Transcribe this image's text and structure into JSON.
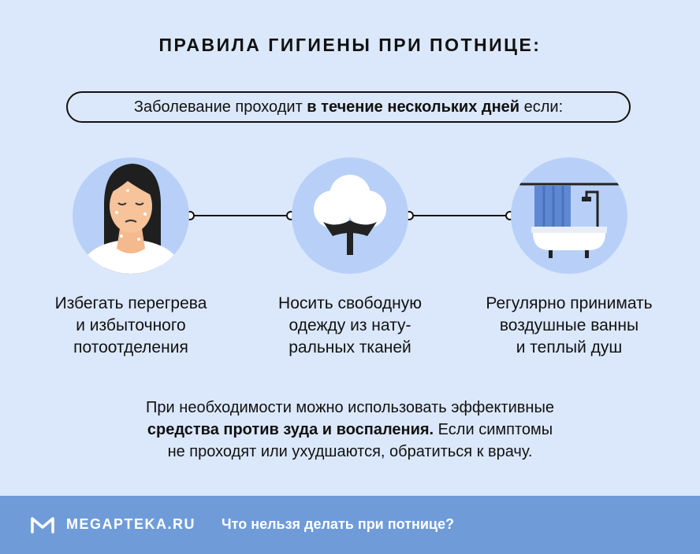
{
  "title": "ПРАВИЛА ГИГИЕНЫ ПРИ ПОТНИЦЕ:",
  "intro": {
    "prefix": "Заболевание проходит ",
    "bold": "в течение нескольких дней",
    "suffix": " если:"
  },
  "steps": [
    {
      "icon": "woman-face-icon",
      "lines": [
        "Избегать перегрева",
        "и избыточного",
        "потоотделения"
      ]
    },
    {
      "icon": "cotton-flower-icon",
      "lines": [
        "Носить свободную",
        "одежду из нату-",
        "ральных тканей"
      ]
    },
    {
      "icon": "bathtub-shower-icon",
      "lines": [
        "Регулярно принимать",
        "воздушные ванны",
        "и теплый душ"
      ]
    }
  ],
  "note": {
    "line1": "При необходимости можно использовать эффективные",
    "line2_bold": "средства против зуда и воспаления.",
    "line2_rest": " Если симптомы",
    "line3": "не проходят или ухудшаются, обратиться к врачу."
  },
  "footer": {
    "brand": "MEGAPTEKA.RU",
    "link": "Что нельзя делать при потнице?"
  },
  "colors": {
    "background": "#dbe8fb",
    "circle": "#b8d0f8",
    "footer": "#6f9cd9",
    "curtain": "#5f88d2"
  }
}
